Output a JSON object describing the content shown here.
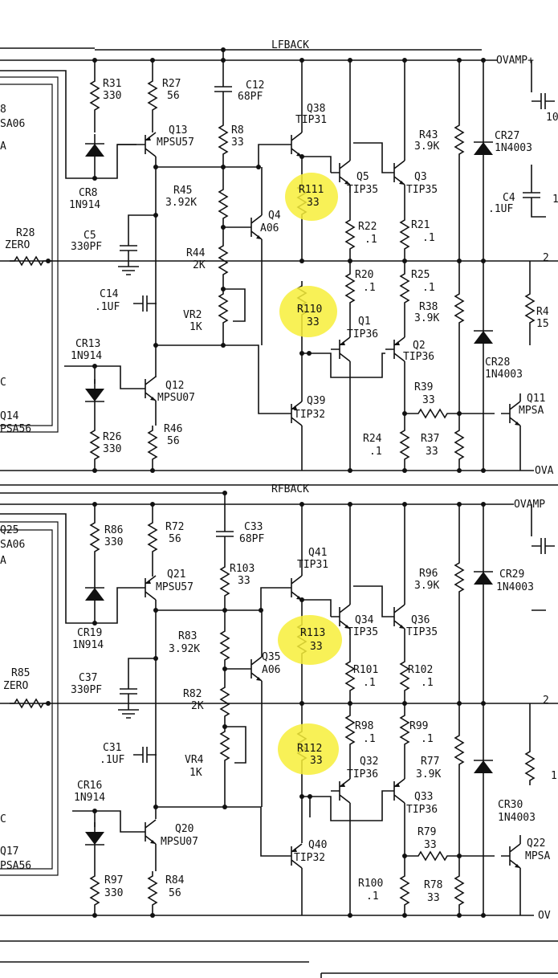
{
  "colors": {
    "ink": "#111111",
    "paper": "#ffffff",
    "highlight": "#f7ee3a"
  },
  "top": {
    "net_name": "LFBACK",
    "rail_label": "OVAMP+",
    "gnd_label": "OVA",
    "edge_texts": [
      "8",
      "SA06",
      "A",
      "C",
      "Q14",
      "PSA56",
      "10",
      "1"
    ],
    "parts": {
      "r31": {
        "ref": "R31",
        "val": "330"
      },
      "r27": {
        "ref": "R27",
        "val": "56"
      },
      "c12": {
        "ref": "C12",
        "val": "68PF"
      },
      "q38": {
        "ref": "Q38",
        "val": "TIP31"
      },
      "q13": {
        "ref": "Q13",
        "val": "MPSU57"
      },
      "r8": {
        "ref": "R8",
        "val": "33"
      },
      "r43": {
        "ref": "R43",
        "val": "3.9K"
      },
      "cr27": {
        "ref": "CR27",
        "val": "1N4003"
      },
      "cr8": {
        "ref": "CR8",
        "val": "1N914"
      },
      "r45": {
        "ref": "R45",
        "val": "3.92K"
      },
      "r111": {
        "ref": "R111",
        "val": "33"
      },
      "q5": {
        "ref": "Q5",
        "val": "TIP35"
      },
      "q3": {
        "ref": "Q3",
        "val": "TIP35"
      },
      "c4": {
        "ref": "C4",
        "val": ".1UF"
      },
      "r28": {
        "ref": "R28",
        "val": "ZERO"
      },
      "c5": {
        "ref": "C5",
        "val": "330PF"
      },
      "q4": {
        "ref": "Q4",
        "val": "A06"
      },
      "r22": {
        "ref": "R22",
        "val": ".1"
      },
      "r21": {
        "ref": "R21",
        "val": ".1"
      },
      "r44": {
        "ref": "R44",
        "val": "2K"
      },
      "r20": {
        "ref": "R20",
        "val": ".1"
      },
      "r25": {
        "ref": "R25",
        "val": ".1"
      },
      "c14": {
        "ref": "C14",
        "val": ".1UF"
      },
      "r110": {
        "ref": "R110",
        "val": "33"
      },
      "r38": {
        "ref": "R38",
        "val": "3.9K"
      },
      "r4x": {
        "ref": "R4",
        "val": "15"
      },
      "vr2": {
        "ref": "VR2",
        "val": "1K"
      },
      "q1": {
        "ref": "Q1",
        "val": "TIP36"
      },
      "q2": {
        "ref": "Q2",
        "val": "TIP36"
      },
      "cr13": {
        "ref": "CR13",
        "val": "1N914"
      },
      "cr28": {
        "ref": "CR28",
        "val": "1N4003"
      },
      "q12": {
        "ref": "Q12",
        "val": "MPSU07"
      },
      "r39": {
        "ref": "R39",
        "val": "33"
      },
      "q39": {
        "ref": "Q39",
        "val": "TIP32"
      },
      "q11": {
        "ref": "Q11",
        "val": "MPSA"
      },
      "r26": {
        "ref": "R26",
        "val": "330"
      },
      "r46": {
        "ref": "R46",
        "val": "56"
      },
      "r24": {
        "ref": "R24",
        "val": ".1"
      },
      "r37": {
        "ref": "R37",
        "val": "33"
      }
    },
    "misc": {
      "two": "2"
    }
  },
  "bottom": {
    "net_name": "RFBACK",
    "rail_label": "OVAMP",
    "gnd_label": "OV",
    "edge_texts": [
      "Q25",
      "SA06",
      "A",
      "C",
      "Q17",
      "PSA56",
      "1"
    ],
    "parts": {
      "r86": {
        "ref": "R86",
        "val": "330"
      },
      "r72": {
        "ref": "R72",
        "val": "56"
      },
      "c33": {
        "ref": "C33",
        "val": "68PF"
      },
      "q41": {
        "ref": "Q41",
        "val": "TIP31"
      },
      "q21": {
        "ref": "Q21",
        "val": "MPSU57"
      },
      "r103": {
        "ref": "R103",
        "val": "33"
      },
      "r96": {
        "ref": "R96",
        "val": "3.9K"
      },
      "cr29": {
        "ref": "CR29",
        "val": "1N4003"
      },
      "cr19": {
        "ref": "CR19",
        "val": "1N914"
      },
      "r83": {
        "ref": "R83",
        "val": "3.92K"
      },
      "r113": {
        "ref": "R113",
        "val": "33"
      },
      "q34": {
        "ref": "Q34",
        "val": "TIP35"
      },
      "q36": {
        "ref": "Q36",
        "val": "TIP35"
      },
      "q35": {
        "ref": "Q35",
        "val": "A06"
      },
      "r85": {
        "ref": "R85",
        "val": "ZERO"
      },
      "c37": {
        "ref": "C37",
        "val": "330PF"
      },
      "r101": {
        "ref": "R101",
        "val": ".1"
      },
      "r102": {
        "ref": "R102",
        "val": ".1"
      },
      "r82": {
        "ref": "R82",
        "val": "2K"
      },
      "r98": {
        "ref": "R98",
        "val": ".1"
      },
      "r99": {
        "ref": "R99",
        "val": ".1"
      },
      "c31": {
        "ref": "C31",
        "val": ".1UF"
      },
      "r112": {
        "ref": "R112",
        "val": "33"
      },
      "vr4": {
        "ref": "VR4",
        "val": "1K"
      },
      "q32": {
        "ref": "Q32",
        "val": "TIP36"
      },
      "r77": {
        "ref": "R77",
        "val": "3.9K"
      },
      "cr16": {
        "ref": "CR16",
        "val": "1N914"
      },
      "q33": {
        "ref": "Q33",
        "val": "TIP36"
      },
      "cr30": {
        "ref": "CR30",
        "val": "1N4003"
      },
      "q20": {
        "ref": "Q20",
        "val": "MPSU07"
      },
      "r79": {
        "ref": "R79",
        "val": "33"
      },
      "q40": {
        "ref": "Q40",
        "val": "TIP32"
      },
      "q22": {
        "ref": "Q22",
        "val": "MPSA"
      },
      "r97": {
        "ref": "R97",
        "val": "330"
      },
      "r84": {
        "ref": "R84",
        "val": "56"
      },
      "r100": {
        "ref": "R100",
        "val": ".1"
      },
      "r78": {
        "ref": "R78",
        "val": "33"
      }
    },
    "misc": {
      "two": "2"
    }
  }
}
